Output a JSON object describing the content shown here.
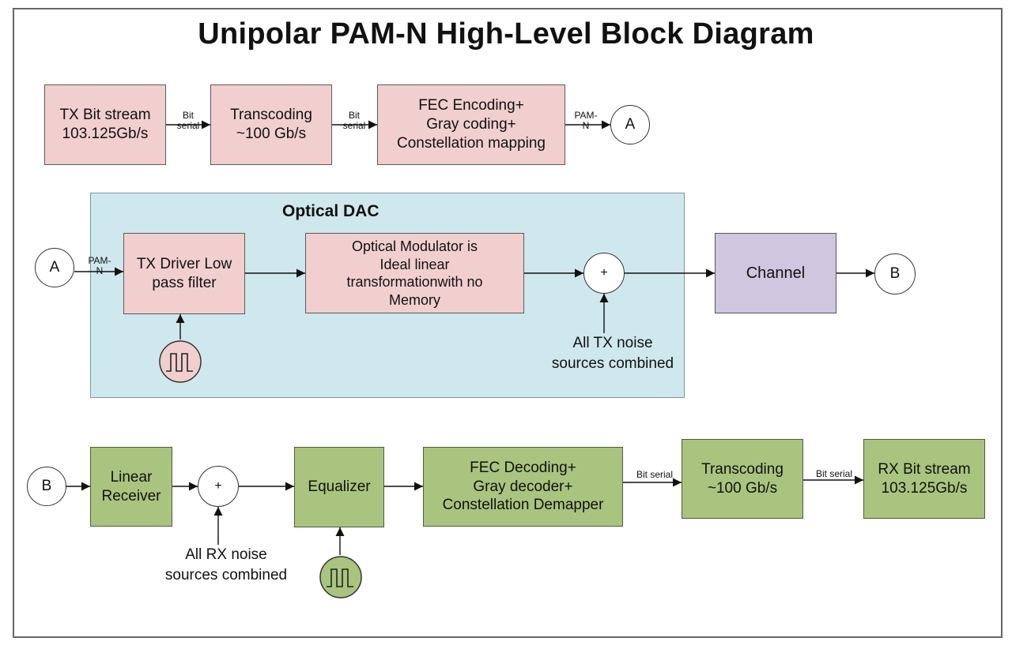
{
  "title": "Unipolar PAM-N High-Level Block Diagram",
  "tx_chain": {
    "bit_stream": "TX Bit stream\n103.125Gb/s",
    "transcoding": "Transcoding\n~100 Gb/s",
    "fec": "FEC Encoding+\nGray coding+\nConstellation mapping",
    "link1": "Bit\nserial",
    "link2": "Bit\nserial",
    "link3": "PAM-\nN",
    "connector_out": "A"
  },
  "optical_dac": {
    "label": "Optical DAC",
    "connector_in": "A",
    "link_in": "PAM-\nN",
    "driver": "TX Driver Low\npass filter",
    "modulator": "Optical Modulator is\nIdeal linear\ntransformationwith no\nMemory",
    "sum": "+",
    "noise_note": "All TX noise\nsources combined",
    "channel": "Channel",
    "connector_out": "B"
  },
  "rx_chain": {
    "connector_in": "B",
    "receiver": "Linear\nReceiver",
    "sum": "+",
    "noise_note": "All RX noise\nsources combined",
    "equalizer": "Equalizer",
    "fec": "FEC Decoding+\nGray decoder+\nConstellation Demapper",
    "link1": "Bit serial",
    "transcoding": "Transcoding\n~100 Gb/s",
    "link2": "Bit serial",
    "bit_stream": "RX Bit stream\n103.125Gb/s"
  },
  "colors": {
    "tx_block": "#f2cfcf",
    "rx_block": "#a9c47f",
    "channel_block": "#cfc6df",
    "optical_dac_region": "#cfe8ee"
  }
}
